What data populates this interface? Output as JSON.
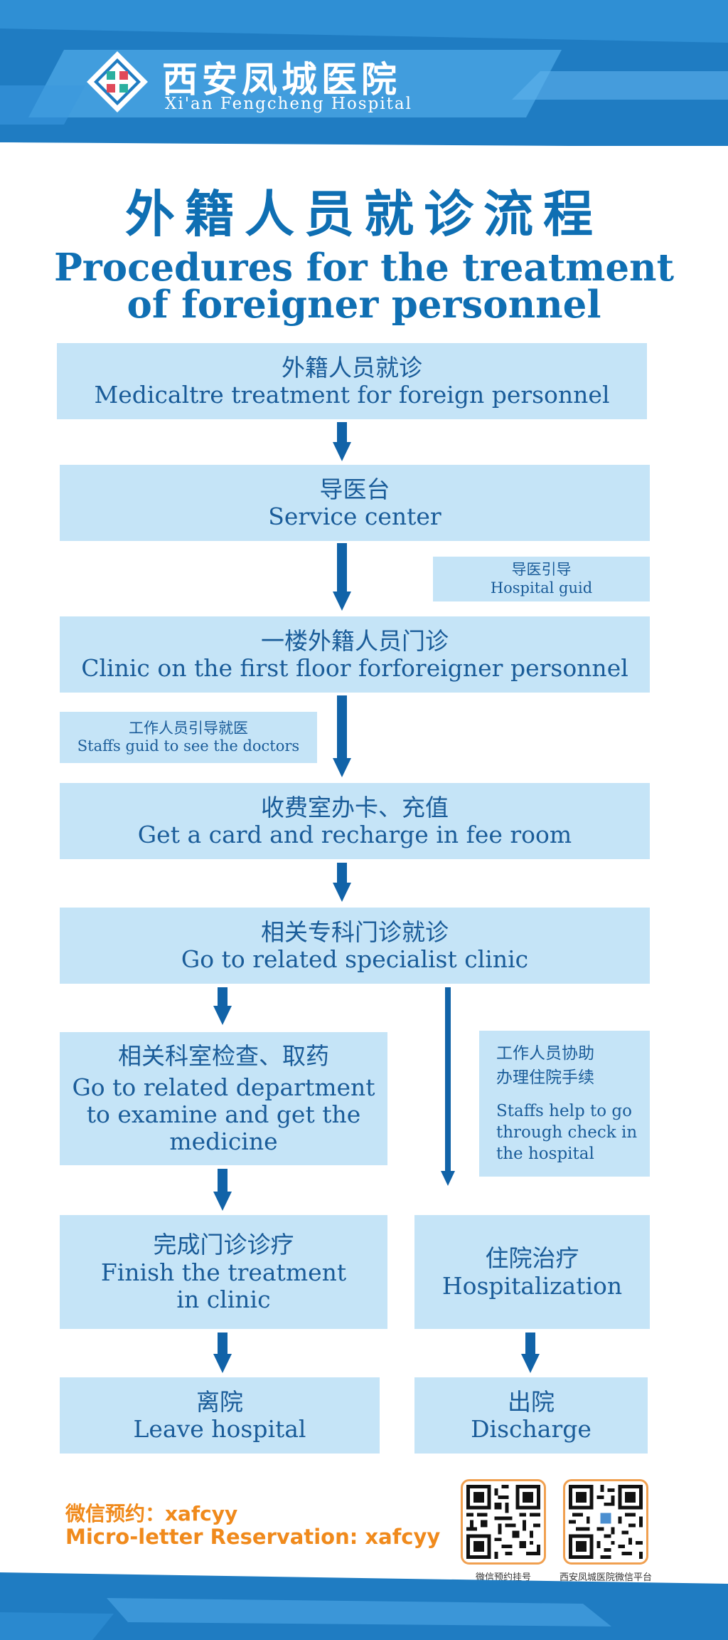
{
  "header": {
    "hospital_name_cn": "西安凤城医院",
    "hospital_name_en": "Xi'an Fengcheng Hospital"
  },
  "title": {
    "cn": "外籍人员就诊流程",
    "en_line1": "Procedures for the treatment",
    "en_line2": "of foreigner personnel"
  },
  "steps": {
    "step1": {
      "cn": "外籍人员就诊",
      "en": "Medicaltre treatment  for  foreign  personnel"
    },
    "step2": {
      "cn": "导医台",
      "en": "Service  center"
    },
    "step3": {
      "cn": "一楼外籍人员门诊",
      "en": "Clinic  on  the  first  floor  forforeigner  personnel"
    },
    "step4": {
      "cn": "收费室办卡、充值",
      "en": "Get  a  card  and  recharge  in  fee  room"
    },
    "step5": {
      "cn": "相关专科门诊就诊",
      "en": "Go  to  related  specialist  clinic"
    },
    "step6": {
      "cn": "相关科室检查、取药",
      "en": "Go to related department\nto examine and get the\nmedicine"
    },
    "step7": {
      "cn": "完成门诊诊疗",
      "en": "Finish  the  treatment\nin  clinic"
    },
    "step8": {
      "cn": "离院",
      "en": "Leave  hospital"
    },
    "step9": {
      "cn": "住院治疗",
      "en": "Hospitalization"
    },
    "step10": {
      "cn": "出院",
      "en": "Discharge"
    }
  },
  "notes": {
    "hospital_guide": {
      "cn": "导医引导",
      "en": "Hospital guid"
    },
    "staff_guide": {
      "cn": "工作人员引导就医",
      "en": "Staffs guid to see the doctors"
    },
    "staff_help": {
      "cn": "工作人员协助\n办理住院手续",
      "en": "Staffs help to go\nthrough check in\nthe hospital"
    }
  },
  "footer": {
    "wechat_cn": "微信预约：xafcyy",
    "wechat_en": "Micro-letter Reservation: xafcyy",
    "qr1_label": "微信预约挂号",
    "qr2_label": "西安凤城医院微信平台"
  },
  "colors": {
    "primary_blue": "#0f6fb3",
    "box_fill": "#c5e4f7",
    "box_text": "#1a5c99",
    "accent_orange": "#f08a1c",
    "arrow_blue": "#1163a8"
  }
}
